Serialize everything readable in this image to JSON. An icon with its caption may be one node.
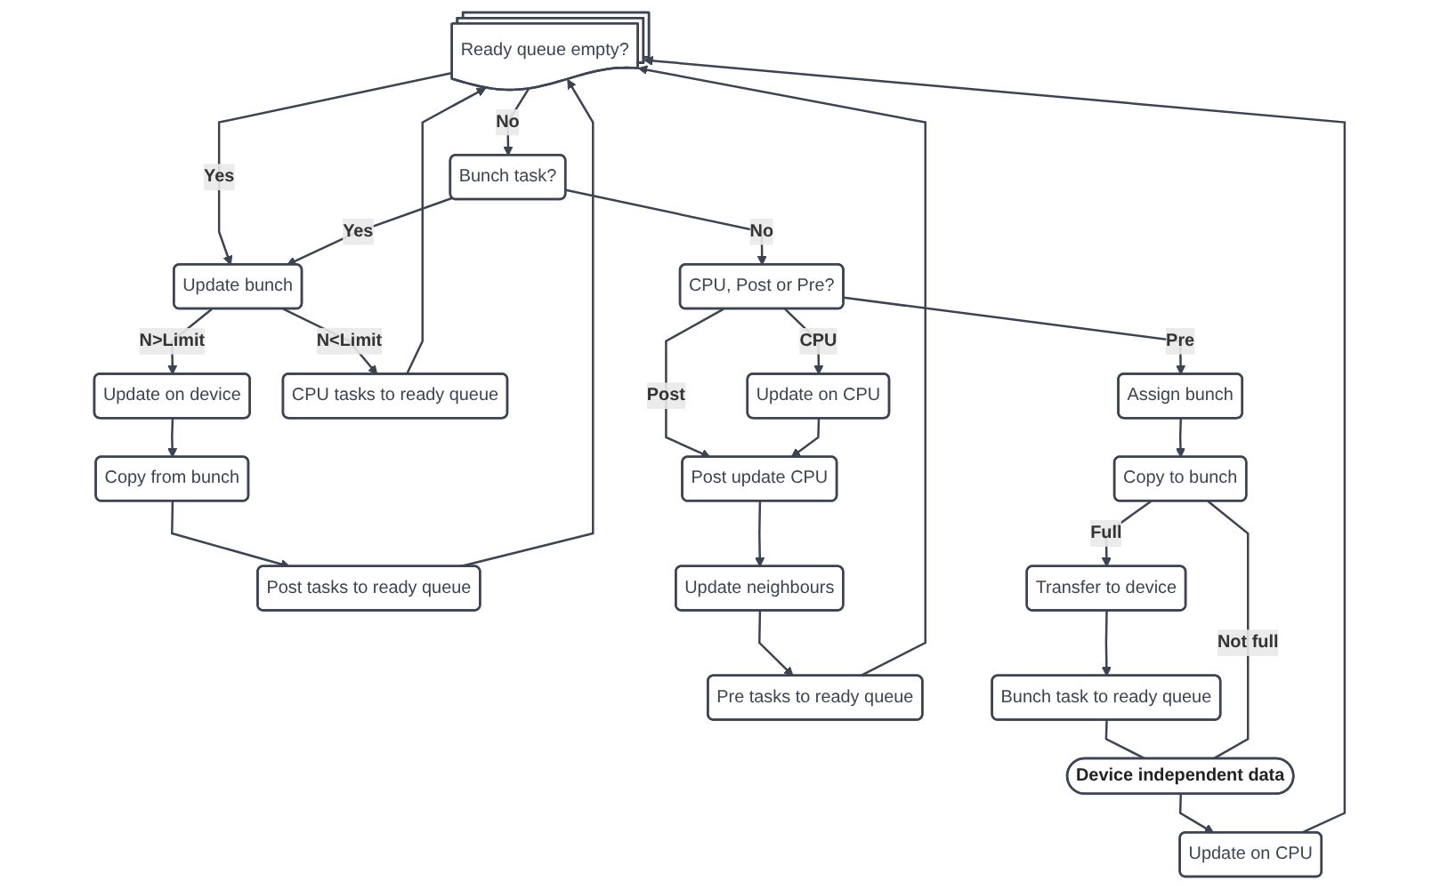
{
  "diagram": {
    "nodes": [
      {
        "text": [
          "Ready queue empty?"
        ]
      },
      {
        "text": [
          "Bunch task?"
        ]
      },
      {
        "text": [
          "CPU, Post or Pre?"
        ]
      },
      {
        "text": [
          "Update bunch"
        ]
      },
      {
        "text": [
          "Update on device"
        ]
      },
      {
        "text": [
          "Copy from bunch"
        ]
      },
      {
        "text": [
          "Post tasks to ready queue"
        ]
      },
      {
        "text": [
          "CPU tasks to ready queue"
        ]
      },
      {
        "text": [
          "Post update CPU"
        ]
      },
      {
        "text": [
          "Update on CPU"
        ]
      },
      {
        "text": [
          "Update neighbours"
        ]
      },
      {
        "text": [
          "Pre tasks to ready queue"
        ]
      },
      {
        "text": [
          "Assign bunch"
        ]
      },
      {
        "text": [
          "Copy to bunch"
        ]
      },
      {
        "text": [
          "Transfer to device"
        ]
      },
      {
        "text": [
          "Bunch task to ready queue"
        ]
      },
      {
        "text": [
          "Device independent data"
        ]
      },
      {
        "text": [
          "Update on CPU"
        ]
      }
    ],
    "edges": [
      {
        "from": 0,
        "to": 1,
        "arrow": "to",
        "label": "No"
      },
      {
        "from": 0,
        "to": 3,
        "arrow": "to",
        "label": "Yes"
      },
      {
        "from": 1,
        "to": 3,
        "arrow": "to",
        "label": "Yes"
      },
      {
        "from": 1,
        "to": 2,
        "arrow": "to",
        "label": "No"
      },
      {
        "from": 3,
        "to": 4,
        "arrow": "to",
        "label": "N>Limit"
      },
      {
        "from": 3,
        "to": 7,
        "arrow": "to",
        "label": "N<Limit"
      },
      {
        "from": 4,
        "to": 5,
        "arrow": "to"
      },
      {
        "from": 5,
        "to": 6,
        "arrow": "to"
      },
      {
        "from": 6,
        "to": 0,
        "arrow": "to"
      },
      {
        "from": 7,
        "to": 0,
        "arrow": "to"
      },
      {
        "from": 11,
        "to": 0,
        "arrow": "to"
      },
      {
        "from": 17,
        "to": 0,
        "arrow": "to"
      },
      {
        "from": 2,
        "to": 8,
        "arrow": "to",
        "label": "Post"
      },
      {
        "from": 2,
        "to": 9,
        "arrow": "to",
        "label": "CPU"
      },
      {
        "from": 2,
        "to": 12,
        "arrow": "to",
        "label": "Pre"
      },
      {
        "from": 9,
        "to": 8,
        "arrow": "to"
      },
      {
        "from": 8,
        "to": 10,
        "arrow": "to"
      },
      {
        "from": 10,
        "to": 11,
        "arrow": "to"
      },
      {
        "from": 12,
        "to": 13,
        "arrow": "to"
      },
      {
        "from": 13,
        "to": 14,
        "arrow": "to",
        "label": "Full"
      },
      {
        "from": 14,
        "to": 15,
        "arrow": "to"
      },
      {
        "from": 15,
        "to": 16,
        "arrow": "none"
      },
      {
        "from": 13,
        "to": 16,
        "arrow": "none",
        "label": "Not full"
      },
      {
        "from": 16,
        "to": 17,
        "arrow": "to"
      }
    ]
  }
}
